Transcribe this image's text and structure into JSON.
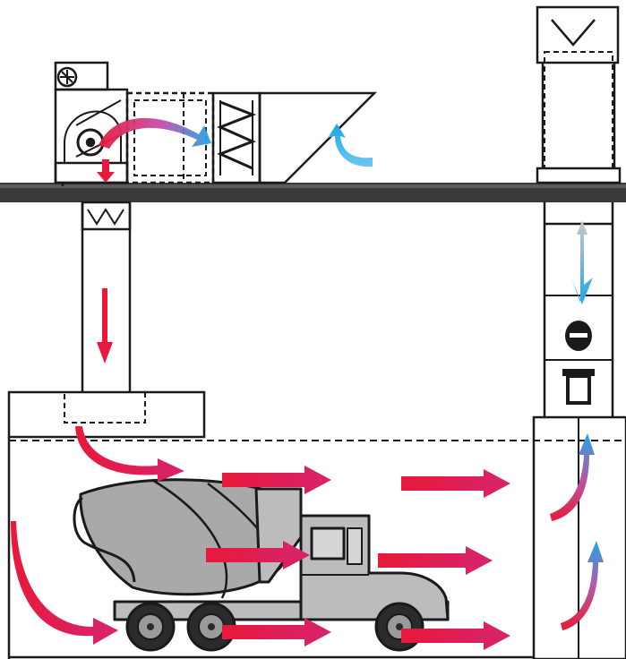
{
  "diagram": {
    "subject": "ventilation-system-with-concrete-mixer-truck",
    "colors": {
      "background": "#ffffff",
      "structure_stroke": "#1a1a1a",
      "roof_slab": "#3a3a3a",
      "truck_body": "#bcbcbc",
      "truck_drum": "#a9a9a9",
      "tire": "#2b2b2b",
      "hot_air": "#e8193a",
      "warm_air": "#d6246e",
      "cool_air": "#1fa6e6",
      "exhaust_air": "#b9b9b9"
    },
    "components": {
      "supply_unit": "air-handling-unit",
      "supply_fan": "centrifugal-fan",
      "filters": "v-bank-filters",
      "intake": "fresh-air-intake-hood",
      "supply_duct": "vertical-supply-duct",
      "diffuser": "ceiling-plenum-diffuser",
      "exhaust_stack": "exhaust-stack",
      "exhaust_damper": "exhaust-damper",
      "exhaust_fan": "exhaust-fan",
      "vehicle": "concrete-mixer-truck"
    },
    "airflow_legend": {
      "hot": "supply-air",
      "cool": "fresh-air",
      "gray": "exhaust-air"
    }
  }
}
